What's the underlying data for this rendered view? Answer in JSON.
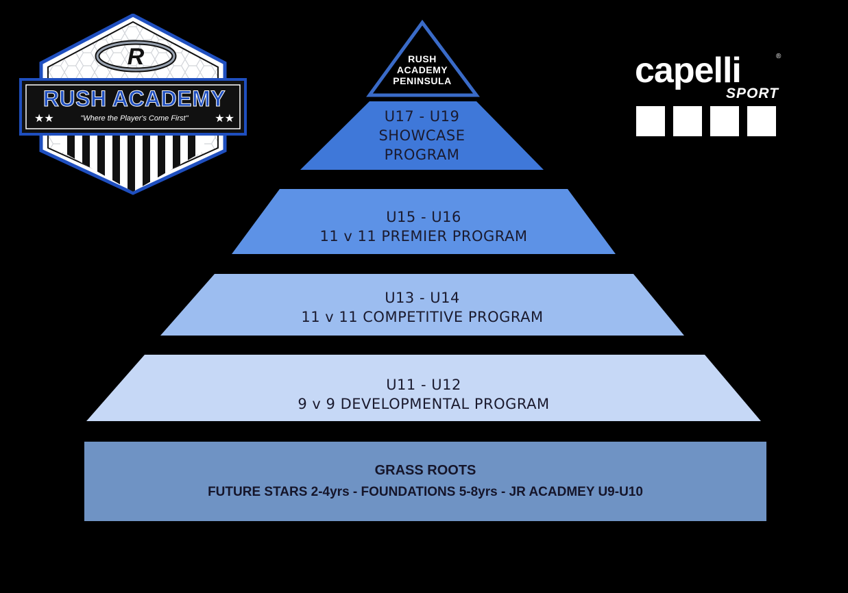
{
  "pyramid": {
    "apex": {
      "lines": [
        "RUSH",
        "ACADEMY",
        "PENINSULA"
      ]
    },
    "tiers": [
      {
        "lines": [
          "U17 - U19",
          "SHOWCASE",
          "PROGRAM"
        ],
        "color": "#3f78d9"
      },
      {
        "lines": [
          "U15 - U16",
          "11 v 11 PREMIER PROGRAM"
        ],
        "color": "#5d92e6"
      },
      {
        "lines": [
          "U13 - U14",
          "11 v 11 COMPETITIVE PROGRAM"
        ],
        "color": "#9cbdf0"
      },
      {
        "lines": [
          "U11 - U12",
          "9 v 9 DEVELOPMENTAL PROGRAM"
        ],
        "color": "#c6d8f6"
      }
    ],
    "base": {
      "title": "GRASS ROOTS",
      "subtitle": "FUTURE STARS 2-4yrs - FOUNDATIONS 5-8yrs - JR ACADMEY U9-U10",
      "color": "#6f93c4"
    }
  },
  "rush_logo": {
    "name": "RUSH ACADEMY",
    "tagline": "\"Where the Player's Come First\"",
    "stars": "★★",
    "accent": "#1f4fbf"
  },
  "capelli_logo": {
    "word": "capelli",
    "sub": "SPORT",
    "mark": "®"
  }
}
